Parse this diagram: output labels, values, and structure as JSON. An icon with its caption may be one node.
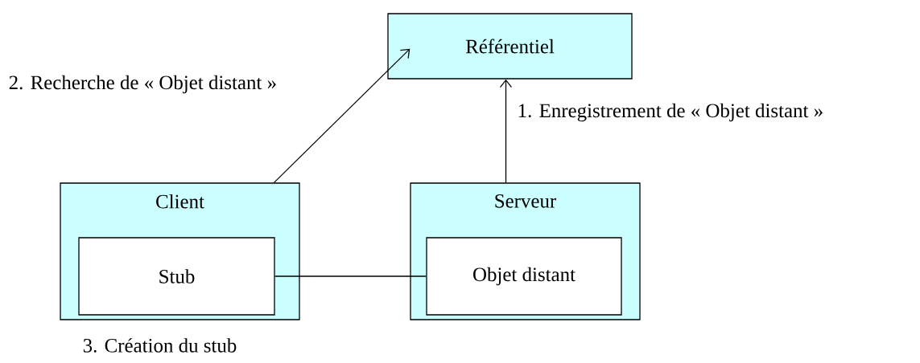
{
  "diagram": {
    "nodes": [
      {
        "text": [
          "Référentiel"
        ]
      },
      {
        "text": [
          "Client"
        ]
      },
      {
        "text": [
          "Stub"
        ],
        "in": 1
      },
      {
        "text": [
          "Serveur"
        ]
      },
      {
        "text": [
          "Objet distant"
        ],
        "in": 3
      }
    ],
    "edges": [
      {
        "from": 3,
        "to": 0,
        "arrow": "to",
        "label": "1. Enregistrement de « Objet distant »"
      },
      {
        "from": 1,
        "to": 0,
        "arrow": "to",
        "label": "2. Recherche de « Objet distant »"
      },
      {
        "from": 2,
        "to": 4,
        "arrow": "none",
        "label": "3. Création du stub"
      }
    ]
  }
}
